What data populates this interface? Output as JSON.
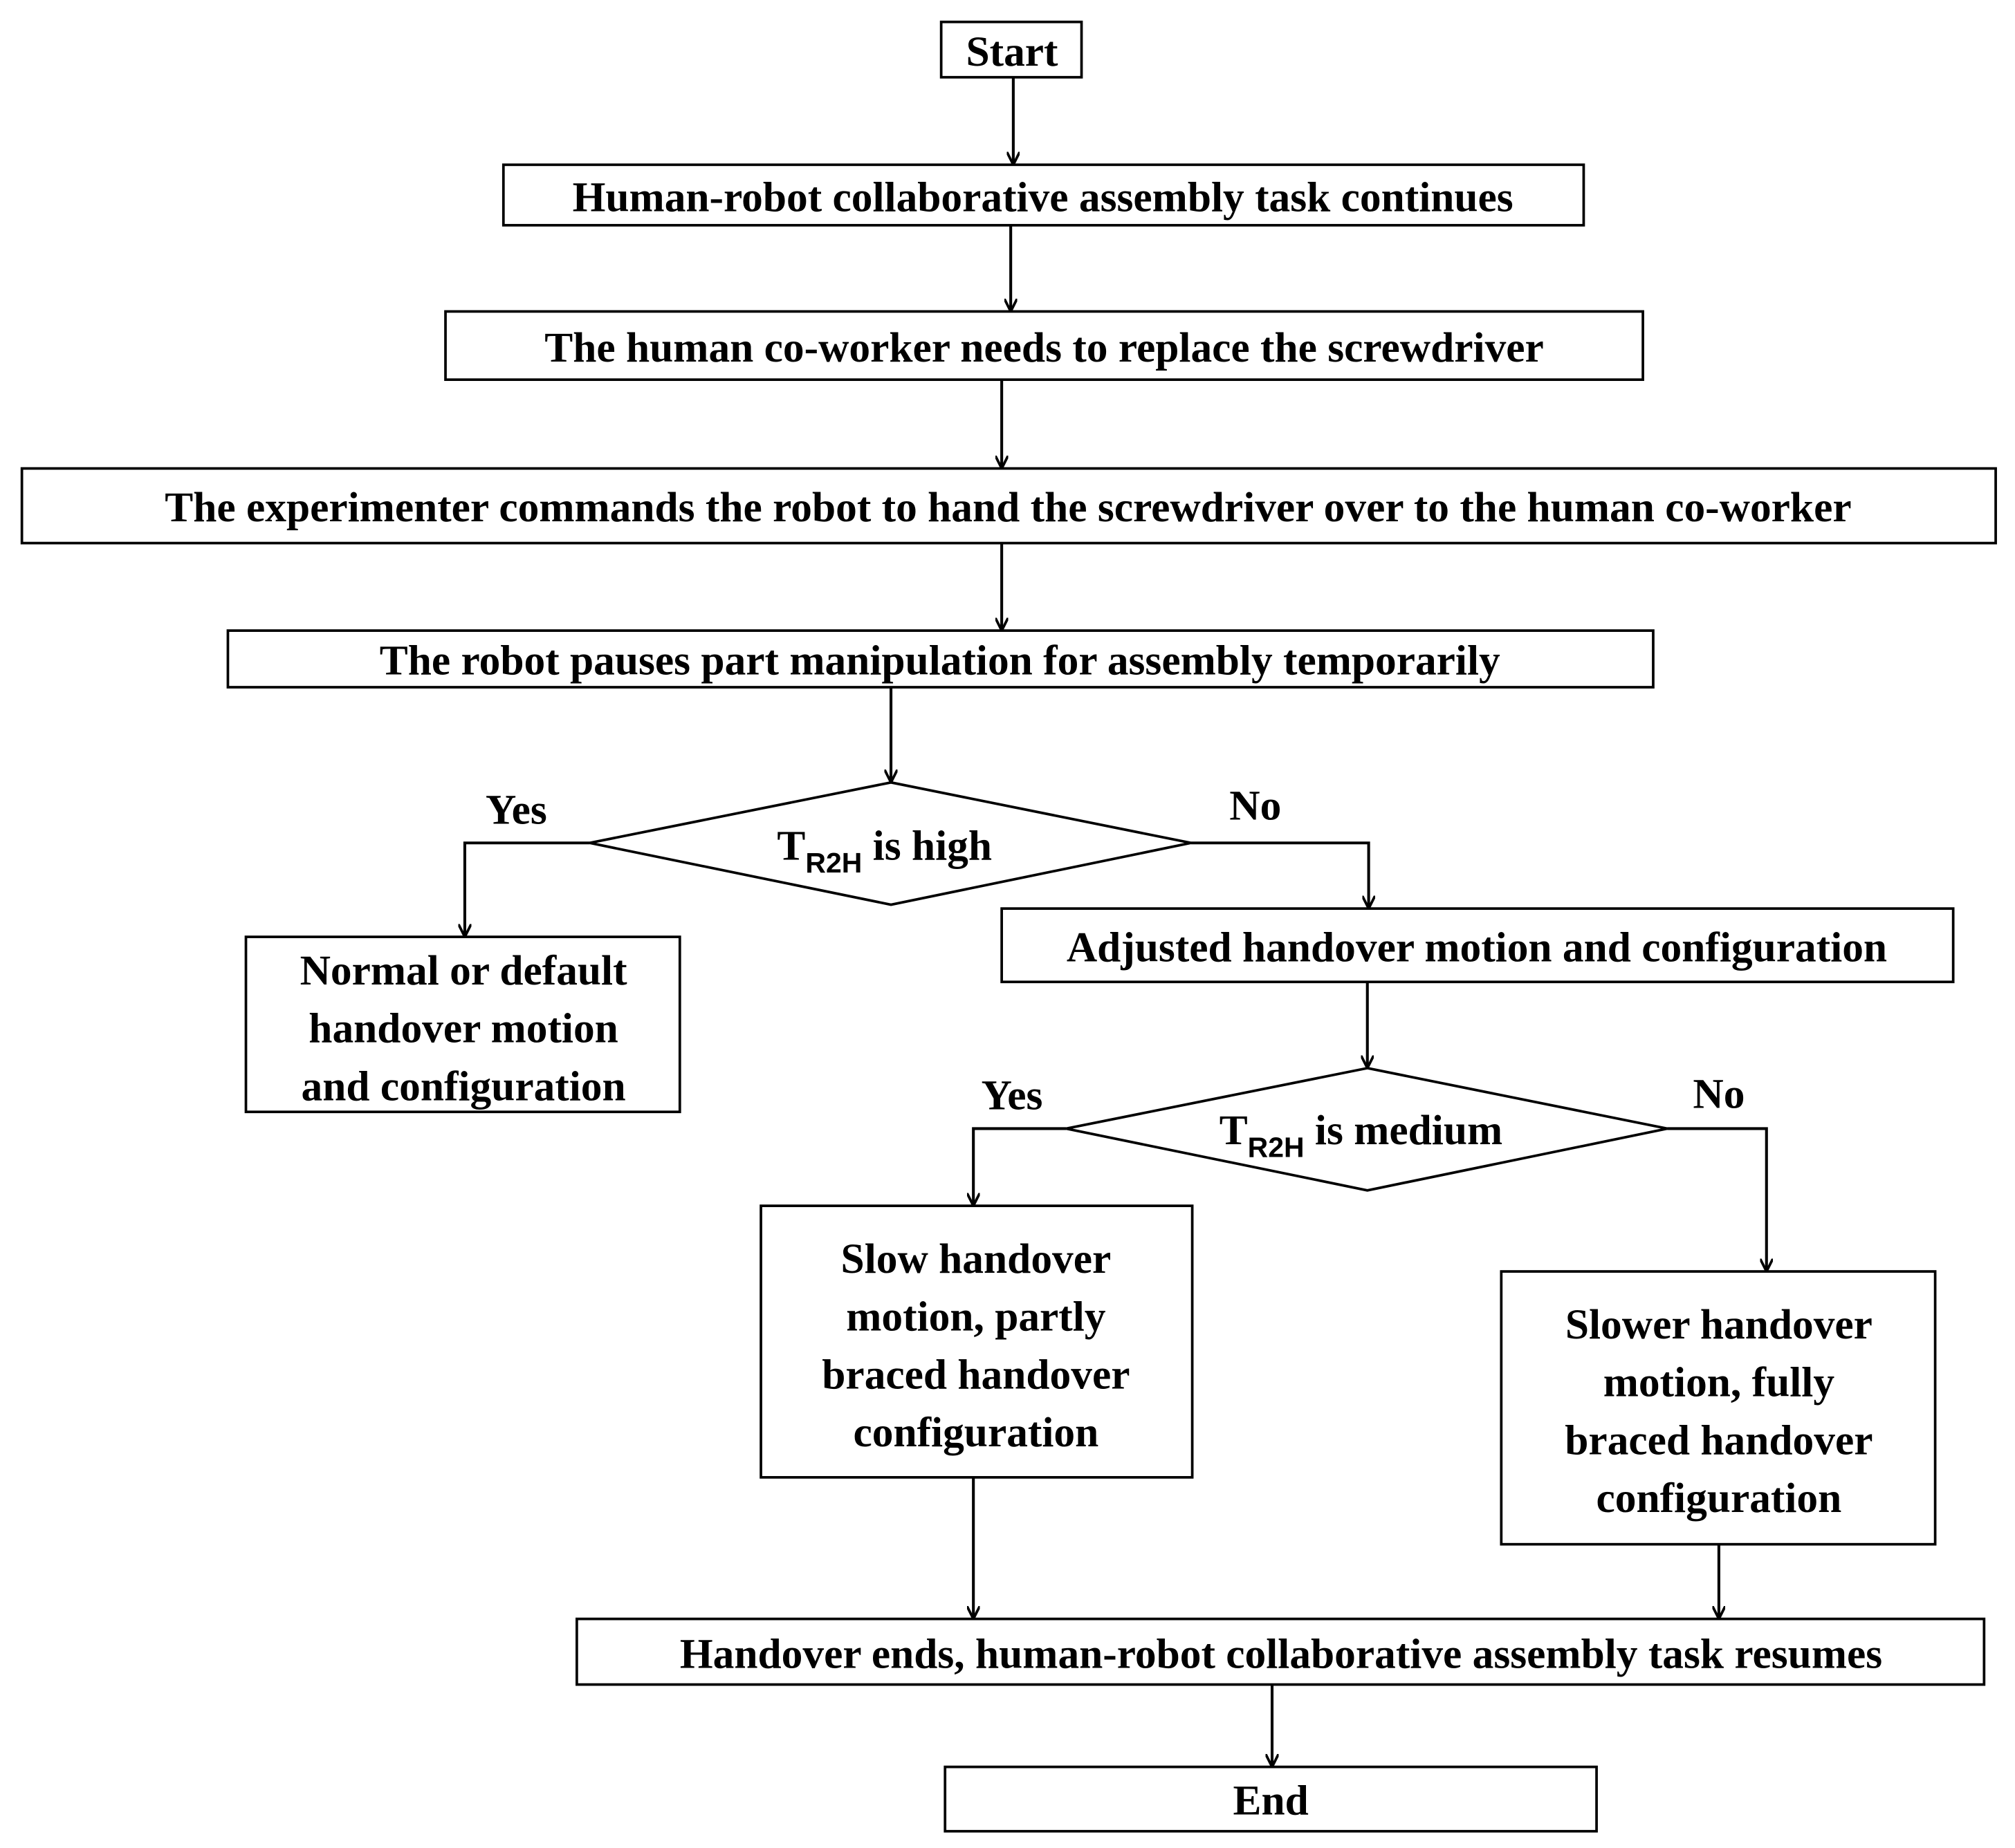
{
  "nodes": {
    "start": "Start",
    "task_continues": "Human-robot collaborative assembly task continues",
    "needs_replace": "The human co-worker needs to replace the screwdriver",
    "commands": "The experimenter commands the robot to hand the screwdriver over to the human co-worker",
    "pauses": "The robot  pauses part manipulation for assembly temporarily",
    "decision1": {
      "main": "T",
      "sub": "R2H",
      "rest": " is high"
    },
    "normal": [
      "Normal or default",
      "handover motion",
      "and configuration"
    ],
    "adjusted": "Adjusted handover motion and configuration",
    "decision2": {
      "main": "T",
      "sub": "R2H",
      "rest": " is medium"
    },
    "slow": [
      "Slow handover",
      "motion, partly",
      "braced handover",
      "configuration"
    ],
    "slower": [
      "Slower handover",
      "motion, fully",
      "braced handover",
      "configuration"
    ],
    "handover_ends": "Handover ends, human-robot collaborative assembly task resumes",
    "end": "End"
  },
  "labels": {
    "yes1": "Yes",
    "no1": "No",
    "yes2": "Yes",
    "no2": "No"
  }
}
